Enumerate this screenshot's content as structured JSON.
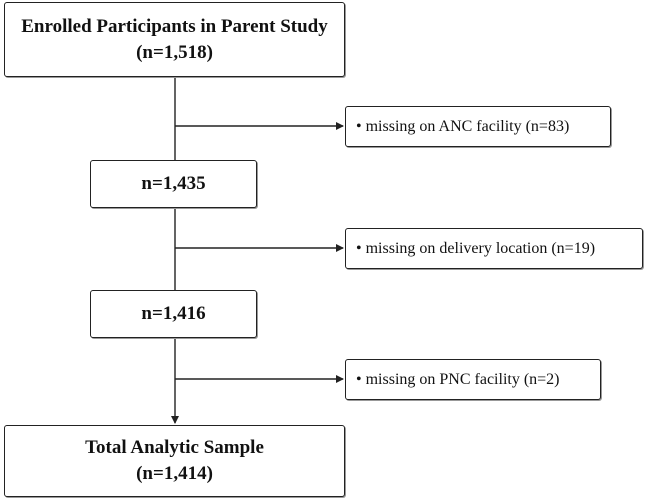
{
  "boxes": {
    "enrolled": {
      "title": "Enrolled Participants in Parent Study",
      "count": "(n=1,518)"
    },
    "step1": {
      "count": "n=1,435"
    },
    "step2": {
      "count": "n=1,416"
    },
    "final": {
      "title": "Total Analytic Sample",
      "count": "(n=1,414)"
    }
  },
  "exclusions": [
    {
      "text": "• missing on ANC facility (n=83)"
    },
    {
      "text": "• missing on delivery location (n=19)"
    },
    {
      "text": "• missing on PNC facility (n=2)"
    }
  ]
}
